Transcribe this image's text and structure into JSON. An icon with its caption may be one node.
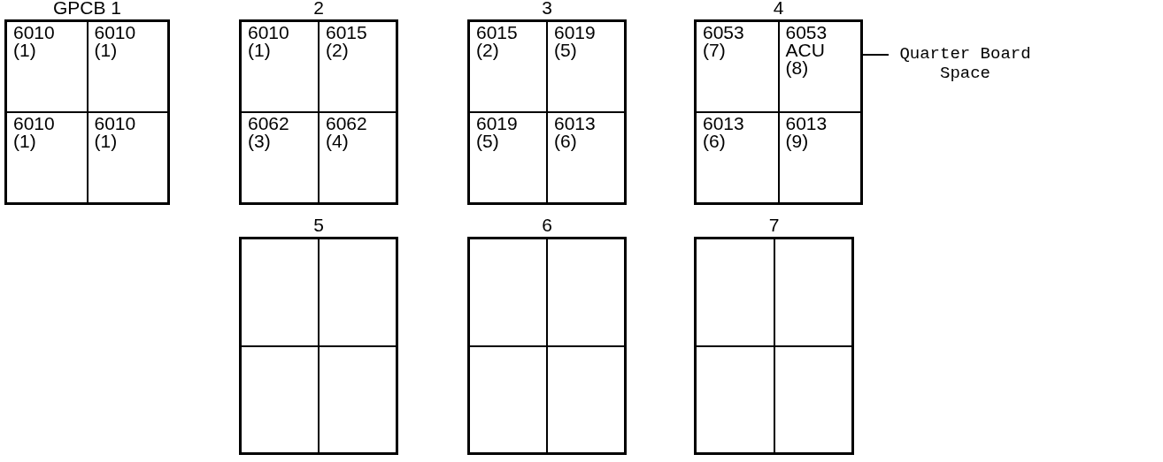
{
  "diagram": {
    "nodes": [
      {
        "text": [
          "GPCB 1"
        ]
      },
      {
        "text": [
          "6010",
          "(1)"
        ],
        "in": 0
      },
      {
        "text": [
          "6010",
          "(1)"
        ],
        "in": 0
      },
      {
        "text": [
          "6010",
          "(1)"
        ],
        "in": 0
      },
      {
        "text": [
          "6010",
          "(1)"
        ],
        "in": 0
      },
      {
        "text": [
          "2"
        ]
      },
      {
        "text": [
          "6010",
          "(1)"
        ],
        "in": 5
      },
      {
        "text": [
          "6015",
          "(2)"
        ],
        "in": 5
      },
      {
        "text": [
          "6062",
          "(3)"
        ],
        "in": 5
      },
      {
        "text": [
          "6062",
          "(4)"
        ],
        "in": 5
      },
      {
        "text": [
          "3"
        ]
      },
      {
        "text": [
          "6015",
          "(2)"
        ],
        "in": 10
      },
      {
        "text": [
          "6019",
          "(5)"
        ],
        "in": 10
      },
      {
        "text": [
          "6019",
          "(5)"
        ],
        "in": 10
      },
      {
        "text": [
          "6013",
          "(6)"
        ],
        "in": 10
      },
      {
        "text": [
          "4"
        ]
      },
      {
        "text": [
          "6053",
          "(7)"
        ],
        "in": 15
      },
      {
        "text": [
          "6053",
          "ACU",
          "(8)"
        ],
        "in": 15
      },
      {
        "text": [
          "6013",
          "(6)"
        ],
        "in": 15
      },
      {
        "text": [
          "6013",
          "(9)"
        ],
        "in": 15
      },
      {
        "text": [
          "Quarter Board Space"
        ]
      },
      {
        "text": [
          "5"
        ]
      },
      {
        "text": [],
        "shape": "box",
        "in": 21
      },
      {
        "text": [],
        "shape": "box",
        "in": 21
      },
      {
        "text": [],
        "shape": "box",
        "in": 21
      },
      {
        "text": [],
        "shape": "box",
        "in": 21
      },
      {
        "text": [
          "6"
        ]
      },
      {
        "text": [],
        "shape": "box",
        "in": 26
      },
      {
        "text": [],
        "shape": "box",
        "in": 26
      },
      {
        "text": [],
        "shape": "box",
        "in": 26
      },
      {
        "text": [],
        "shape": "box",
        "in": 26
      },
      {
        "text": [
          "7"
        ]
      },
      {
        "text": [],
        "shape": "box",
        "in": 31
      },
      {
        "text": [],
        "shape": "box",
        "in": 31
      },
      {
        "text": [],
        "shape": "box",
        "in": 31
      },
      {
        "text": [],
        "shape": "box",
        "in": 31
      }
    ],
    "edges": [
      {
        "from": 20,
        "to": 17,
        "arrow": "none"
      }
    ]
  }
}
